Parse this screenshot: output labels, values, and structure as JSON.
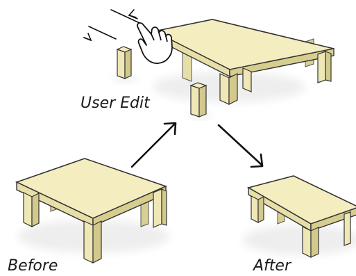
{
  "labels": {
    "user_edit": "User Edit",
    "before": "Before",
    "after": "After"
  },
  "colors": {
    "wood_top": "#f3edbf",
    "wood_side": "#e7dfa8",
    "wood_dark": "#cfc58a",
    "edge_dark": "#3a3a3a",
    "arrow": "#111111",
    "shadow": "#e9e9e9"
  },
  "icons": [
    "pointing-hand-icon",
    "motion-arrow-icon"
  ]
}
